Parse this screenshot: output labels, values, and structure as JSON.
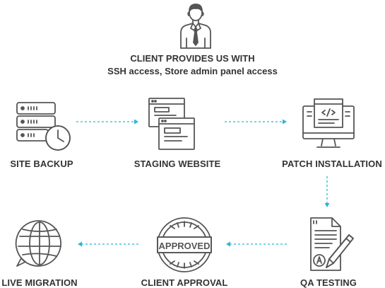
{
  "header": {
    "title": "CLIENT PROVIDES US WITH",
    "subtitle": "SSH access, Store admin panel access"
  },
  "steps": [
    {
      "label": "SITE BACKUP",
      "icon": "server-clock-icon"
    },
    {
      "label": "STAGING WEBSITE",
      "icon": "browser-windows-icon"
    },
    {
      "label": "PATCH INSTALLATION",
      "icon": "monitor-code-icon"
    },
    {
      "label": "QA TESTING",
      "icon": "document-pen-icon"
    },
    {
      "label": "CLIENT APPROVAL",
      "icon": "approved-stamp-icon"
    },
    {
      "label": "LIVE MIGRATION",
      "icon": "globe-chat-icon"
    }
  ],
  "stamp_text": "APPROVED",
  "colors": {
    "text": "#333333",
    "icon_stroke": "#555555",
    "arrow": "#29b6d9"
  }
}
